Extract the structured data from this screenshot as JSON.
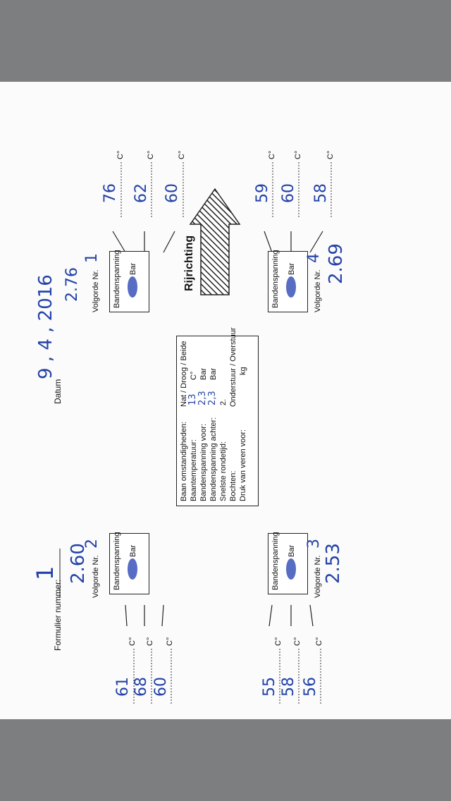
{
  "form": {
    "number_label": "Formulier nummer:",
    "number_value": "1",
    "date_label": "Datum",
    "date_value": "9 , 4 , 2016"
  },
  "direction_label": "Rijrichting",
  "tire_box": {
    "title": "Bandenspanning",
    "unit": "Bar",
    "order_label": "Volgorde Nr."
  },
  "temp_unit": "C°",
  "wheels": {
    "front_left": {
      "order": "2",
      "pressure": "2.60",
      "temps": [
        "61",
        "68",
        "60"
      ]
    },
    "rear_left": {
      "order": "3",
      "pressure": "2.53",
      "temps": [
        "55",
        "58",
        "56"
      ]
    },
    "front_right": {
      "order": "1",
      "pressure": "2.76",
      "temps": [
        "76",
        "62",
        "60"
      ]
    },
    "rear_right": {
      "order": "4",
      "pressure": "2.69",
      "temps": [
        "59",
        "60",
        "58"
      ]
    }
  },
  "conditions": {
    "rows": [
      {
        "label": "Baan omstandigheden:",
        "value": "Nat / Droog / Beide"
      },
      {
        "label": "Baantemperatuur:",
        "value": "13",
        "unit": "C°"
      },
      {
        "label": "Bandenspanning voor:",
        "value": "2,3",
        "unit": "Bar"
      },
      {
        "label": "Bandenspanning achter:",
        "value": "2,3",
        "unit": "Bar"
      },
      {
        "label": "Snelste rondetijd:",
        "value": "2."
      },
      {
        "label": "Bochten:",
        "value": "Onderstuur / Overstuur"
      },
      {
        "label": "Druk van veren voor:",
        "value": "",
        "unit": "kg"
      }
    ]
  }
}
